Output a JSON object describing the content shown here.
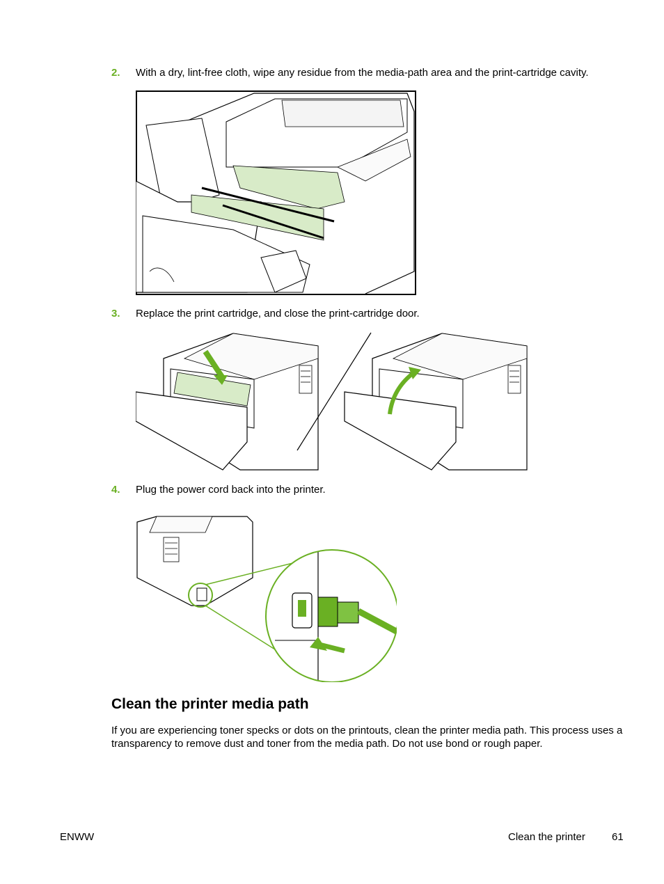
{
  "steps": [
    {
      "number": "2.",
      "text": "With a dry, lint-free cloth, wipe any residue from the media-path area and the print-cartridge cavity."
    },
    {
      "number": "3.",
      "text": "Replace the print cartridge, and close the print-cartridge door."
    },
    {
      "number": "4.",
      "text": "Plug the power cord back into the printer."
    }
  ],
  "section": {
    "heading": "Clean the printer media path",
    "body": "If you are experiencing toner specks or dots on the printouts, clean the printer media path. This process uses a transparency to remove dust and toner from the media path. Do not use bond or rough paper."
  },
  "footer": {
    "left": "ENWW",
    "section": "Clean the printer",
    "page": "61"
  },
  "colors": {
    "accent": "#6ab023",
    "highlight": "#d8ebc8"
  }
}
